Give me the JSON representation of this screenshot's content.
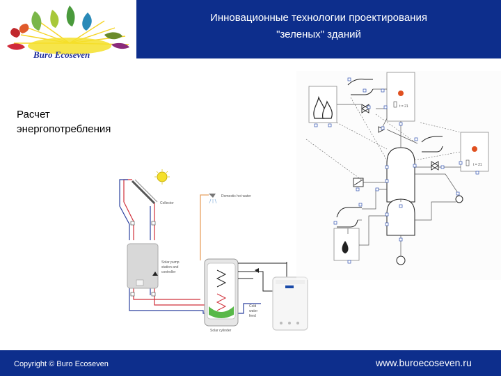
{
  "header": {
    "title_line1": "Инновационные технологии проектирования",
    "title_line2": "\"зеленых\" зданий"
  },
  "logo": {
    "text": "Buro Ecoseven"
  },
  "main": {
    "subtitle_line1": "Расчет",
    "subtitle_line2": "энергопотребления"
  },
  "footer": {
    "copyright": "Copyright © Buro Ecoseven",
    "website": "www.buroecoseven.ru"
  },
  "diagram_labels": {
    "collector": "Collector",
    "domestic_hot_water": "Domestic hot water",
    "solar_pump": "Solar pump",
    "station_and": "station and",
    "controller": "controller",
    "cold": "Cold",
    "water": "water",
    "feed": "feed",
    "solar_cylinder": "Solar cylinder",
    "temp_a": "t = 21",
    "temp_b": "t = 21"
  },
  "colors": {
    "brand_blue": "#0d2e8c",
    "pipe_red": "#d0303a",
    "pipe_blue": "#2a3f9e",
    "pipe_orange": "#e8a060",
    "sun_yellow": "#f5e02a"
  }
}
